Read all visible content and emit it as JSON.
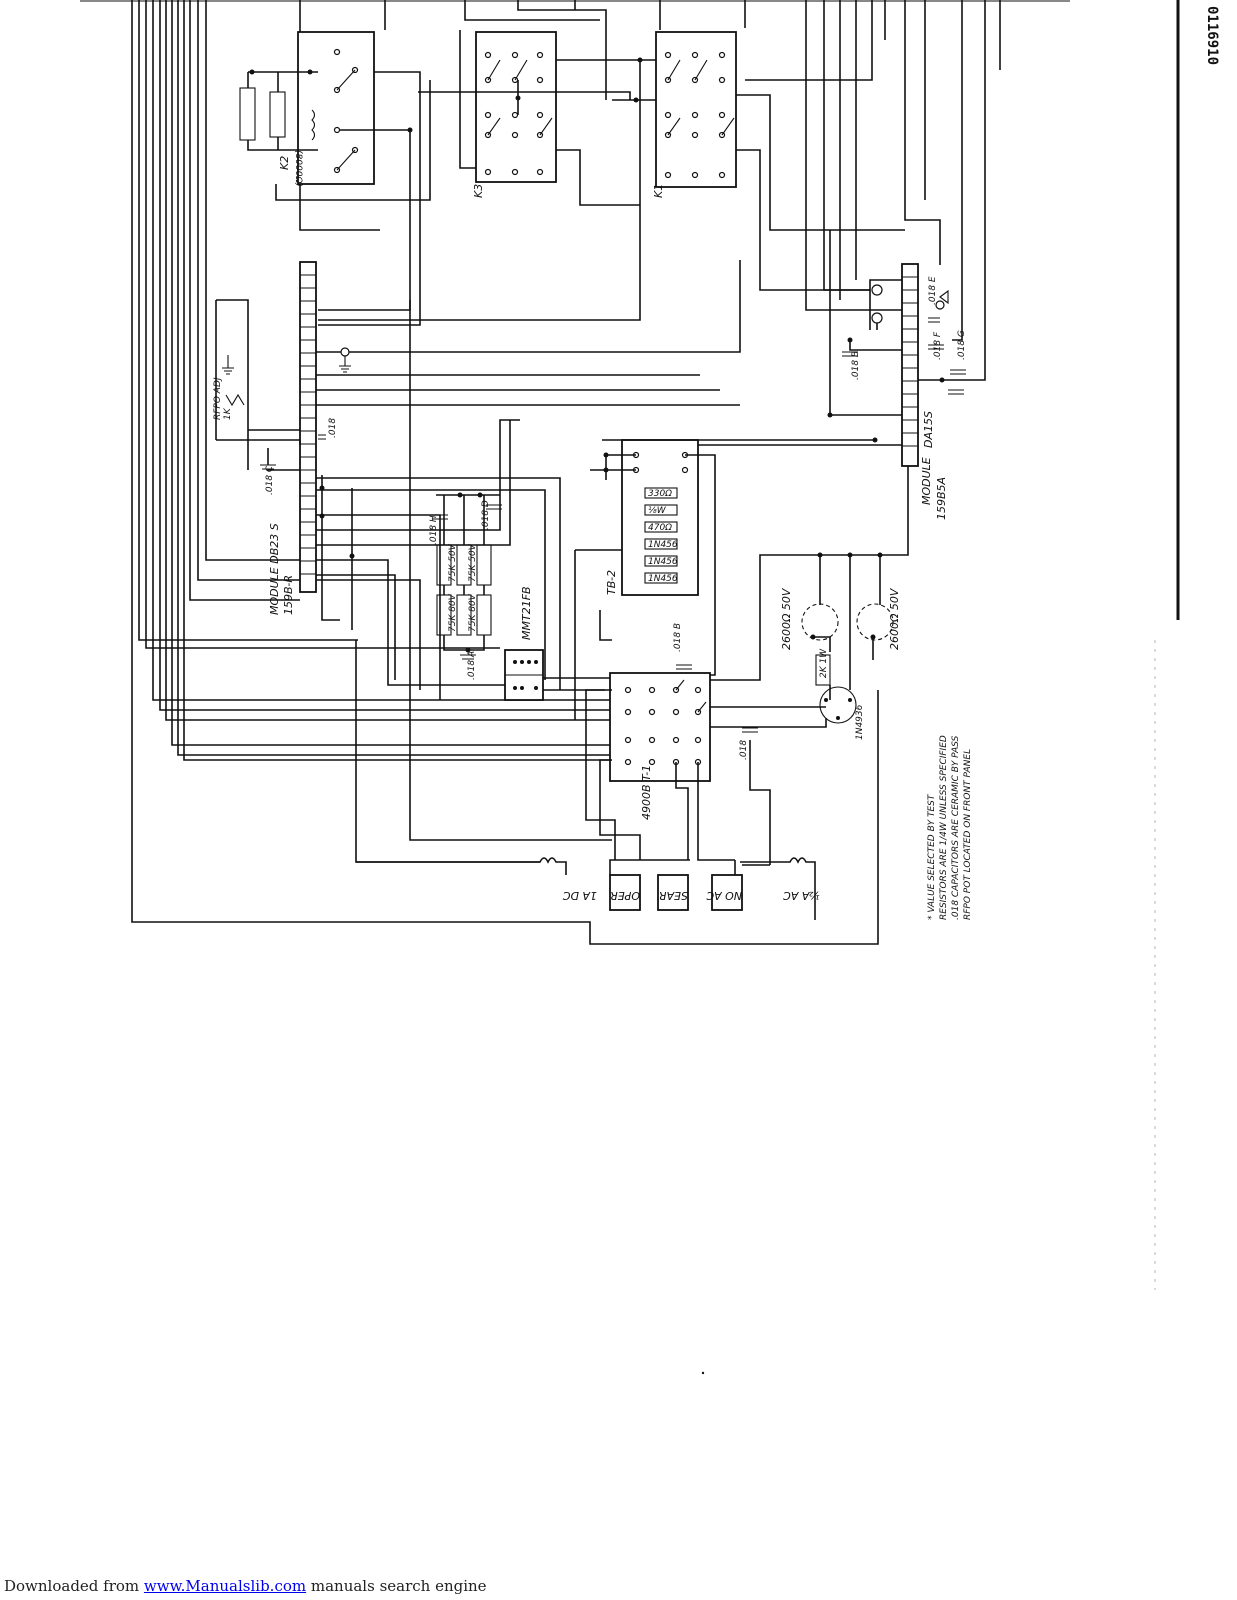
{
  "document_id": "0116910",
  "relays": {
    "k1": "K1",
    "k2": "K2",
    "k2_coil": "(8000Ω)",
    "k3": "K3"
  },
  "modules": {
    "left_name": "MODULE  DB23 S",
    "left_part": "159B-R",
    "right_name": "MODULE",
    "right_part": "159B5A",
    "right_connector": "DA15S"
  },
  "boards": {
    "tb2": "TB-2",
    "timer": "MMT21FB",
    "switch": "4900B  T-1"
  },
  "tb2_components": [
    "330Ω",
    "⅛W",
    "470Ω",
    "1N456",
    "1N456",
    "1N456"
  ],
  "resistors": [
    "75K 50V",
    "75K 50V",
    "75K 80V",
    "75K 80V"
  ],
  "capacitors": {
    "c_a": ".018 A",
    "c_b": ".018 B",
    "c_c": ".018 C",
    "c_d": ".018 D",
    "c_e": ".018 E",
    "c_f": ".018 F",
    "c_g": ".018 G",
    "c_h": ".018 H",
    "c_i": ".018"
  },
  "lamps": {
    "lamp1": "2600Ω 50V",
    "lamp2": "2600Ω 50V",
    "diode": "1N4936",
    "resistor": "2K 1W"
  },
  "pot": {
    "label": "RFPO ADJ",
    "value": "1K"
  },
  "indicators": [
    "OPER",
    "SEAR",
    "NO AC"
  ],
  "fuses": [
    "1A DC",
    "½A AC"
  ],
  "notes": [
    "* VALUE SELECTED BY TEST",
    "RESISTORS ARE 1/4W UNLESS SPECIFIED",
    ".018 CAPACITORS ARE CERAMIC BY PASS",
    "RFPO POT LOCATED ON FRONT PANEL"
  ],
  "footer": {
    "prefix": "Downloaded from ",
    "link": "www.Manualslib.com",
    "suffix": " manuals search engine"
  }
}
